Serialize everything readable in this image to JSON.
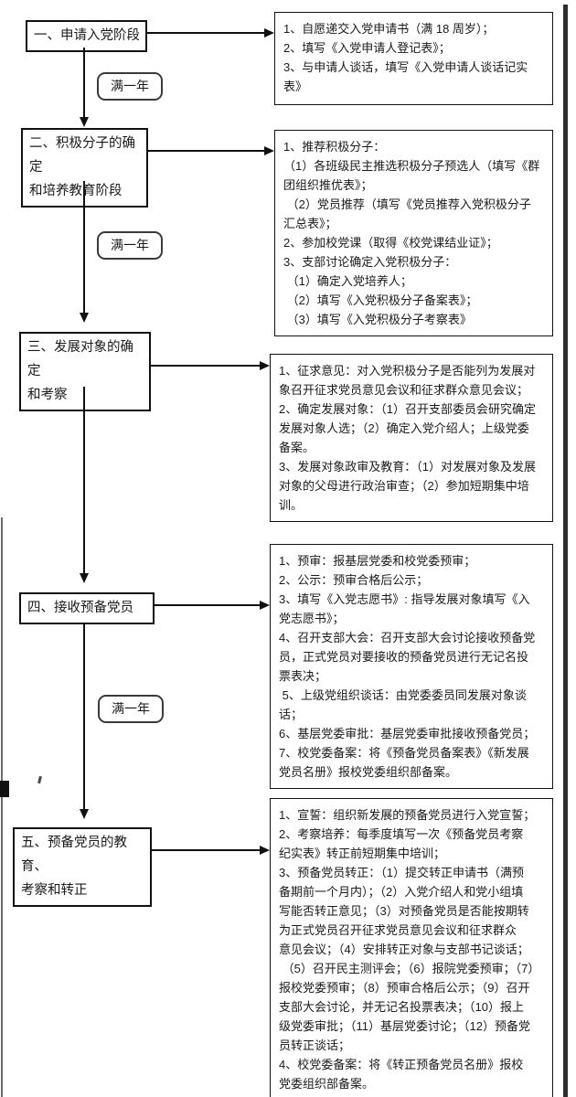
{
  "year_labels": [
    "满一年",
    "满一年",
    "满一年"
  ],
  "stages": [
    {
      "label": "一、申请入党阶段",
      "details": "1、自愿递交入党申请书（满 18 周岁）；\n2、填写《入党申请人登记表》；\n3、与申请人谈话，填写《入党申请人谈话记实\n表》"
    },
    {
      "label": "二、积极分子的确定\n和培养教育阶段",
      "details": "1、推荐积极分子：\n（1）各班级民主推选积极分子预选人（填写《群\n团组织推优表》；\n （2）党员推荐（填写《党员推荐入党积极分子\n汇总表》；\n2、参加校党课（取得《校党课结业证》；\n3、支部讨论确定入党积极分子：\n （1）确定入党培养人；\n （2）填写《入党积极分子备案表》；\n （3）填写《入党积极分子考察表》"
    },
    {
      "label": "三、发展对象的确定\n和考察",
      "details": "1、征求意见：对入党积极分子是否能列为发展对\n象召开征求党员意见会议和征求群众意见会议；\n2、确定发展对象：（1）召开支部委员会研究确定\n发展对象人选；（2）确定入党介绍人；上级党委\n备案。\n3、发展对象政审及教育：（1）对发展对象及发展\n对象的父母进行政治审查；（2）参加短期集中培\n训。"
    },
    {
      "label": "四、接收预备党员",
      "details": "1、预审：报基层党委和校党委预审；\n2、公示：预审合格后公示；\n3、填写《入党志愿书》: 指导发展对象填写《入\n党志愿书》；\n4、召开支部大会：召开支部大会讨论接收预备党\n员，正式党员对要接收的预备党员进行无记名投\n票表决；\n 5、上级党组织谈话：由党委委员同发展对象谈\n话；\n6、基层党委审批：基层党委审批接收预备党员；\n7、校党委备案：将《预备党员备案表》《新发展\n党员名册》报校党委组织部备案。"
    },
    {
      "label": "五、预备党员的教育、\n考察和转正",
      "details": "1、宣誓：组织新发展的预备党员进行入党宣誓；\n2、考察培养：每季度填写一次《预备党员考察\n纪实表》转正前短期集中培训；\n3、预备党员转正：（1）提交转正申请书（满预\n备期前一个月内）；（2）入党介绍人和党小组填\n写能否转正意见；（3）对预备党员是否能按期转\n为正式党员召开征求党员意见会议和征求群众\n意见会议；（4）安排转正对象与支部书记谈话；\n （5）召开民主测评会；（6）报院党委预审；（7）\n报校党委预审；（8）预审合格后公示；（9）召开\n支部大会讨论，并无记名投票表决；（10）报上\n级党委审批；（11）基层党委讨论；（12）预备党\n员转正谈话；\n4、校党委备案：将《转正预备党员名册》报校\n党委组织部备案。"
    }
  ]
}
